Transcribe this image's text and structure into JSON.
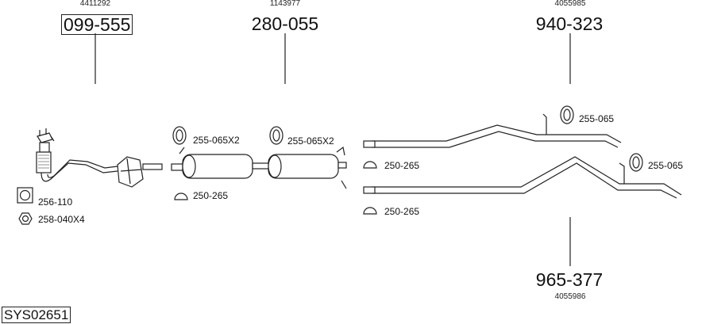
{
  "diagram": {
    "system_code": "SYS02651",
    "groups": [
      {
        "oe_number": "4411292",
        "part_number": "099-555",
        "boxed": true,
        "name": "catalytic-converter-front-pipe"
      },
      {
        "oe_number": "1143977",
        "part_number": "280-055",
        "boxed": false,
        "name": "middle-silencers"
      },
      {
        "oe_number": "4055985",
        "part_number": "940-323",
        "boxed": false,
        "name": "tail-pipe-upper"
      },
      {
        "oe_number": "4055986",
        "part_number": "965-377",
        "boxed": false,
        "name": "tail-pipe-lower"
      }
    ],
    "accessories": [
      {
        "label": "256-110",
        "icon": "gasket-icon"
      },
      {
        "label": "258-040X4",
        "icon": "nut-icon"
      },
      {
        "label": "255-065X2",
        "icon": "rubber-mount-icon"
      },
      {
        "label": "255-065X2",
        "icon": "rubber-mount-icon"
      },
      {
        "label": "250-265",
        "icon": "clamp-icon"
      },
      {
        "label": "255-065",
        "icon": "rubber-mount-icon"
      },
      {
        "label": "250-265",
        "icon": "clamp-icon"
      },
      {
        "label": "255-065",
        "icon": "rubber-mount-icon"
      },
      {
        "label": "250-265",
        "icon": "clamp-icon"
      }
    ]
  }
}
